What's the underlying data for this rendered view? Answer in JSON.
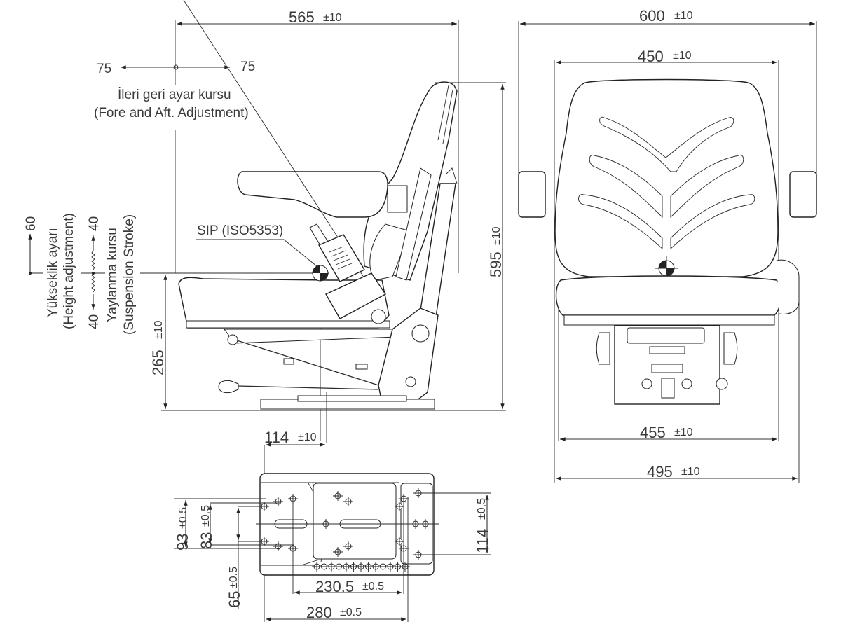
{
  "title": "Seat technical dimension drawing",
  "dimensions": {
    "overall_depth": {
      "value": "565",
      "tolerance": "±10"
    },
    "overall_height": {
      "value": "595",
      "tolerance": "±10"
    },
    "sip_height": {
      "value": "265",
      "tolerance": "±10"
    },
    "sip_to_mount": {
      "value": "114",
      "tolerance": "±10"
    },
    "overall_width": {
      "value": "600",
      "tolerance": "±10"
    },
    "backrest_width": {
      "value": "450",
      "tolerance": "±10"
    },
    "base_width": {
      "value": "455",
      "tolerance": "±10"
    },
    "frame_width": {
      "value": "495",
      "tolerance": "±10"
    },
    "hole_spacing_93": {
      "value": "93",
      "tolerance": "±0.5"
    },
    "hole_spacing_83": {
      "value": "83",
      "tolerance": "±0,5"
    },
    "hole_spacing_65": {
      "value": "65",
      "tolerance": "±0.5"
    },
    "hole_spacing_114": {
      "value": "114",
      "tolerance": "±0,5"
    },
    "hole_spacing_230": {
      "value": "230.5",
      "tolerance": "±0.5"
    },
    "hole_spacing_280": {
      "value": "280",
      "tolerance": "±0.5"
    }
  },
  "fore_aft": {
    "left_value": "75",
    "right_value": "75",
    "label_tr": "İleri geri ayar kursu",
    "label_en": "(Fore and Aft. Adjustment)"
  },
  "height_adjustment": {
    "value": "60",
    "label_tr": "Yükseklik ayarı",
    "label_en": "(Height adjustment)"
  },
  "suspension": {
    "up_value": "40",
    "down_value": "40",
    "label_tr": "Yaylanma kursu",
    "label_en": "(Suspension Stroke)"
  },
  "sip_label": "SIP (ISO5353)"
}
